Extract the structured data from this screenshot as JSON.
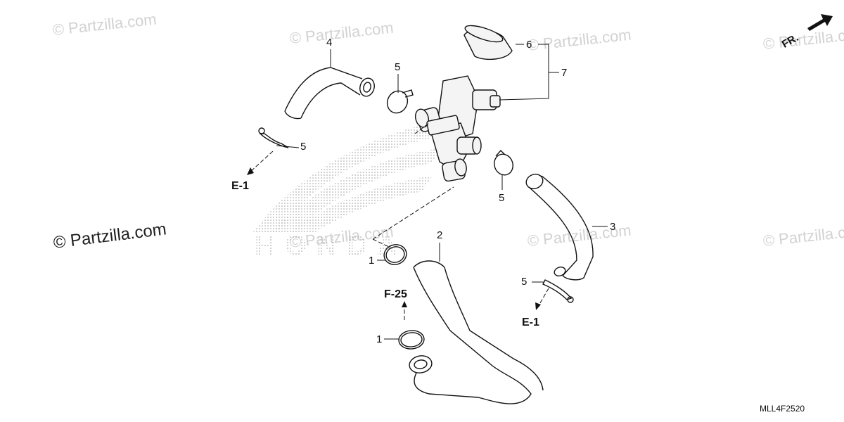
{
  "watermark": {
    "text": "© Partzilla.com",
    "prominent_text": "© Partzilla.com"
  },
  "logo": {
    "text": "HONDA"
  },
  "direction_marker": {
    "label": "FR."
  },
  "callouts": {
    "c1a": "1",
    "c1b": "1",
    "c2": "2",
    "c3": "3",
    "c4": "4",
    "c5a": "5",
    "c5b": "5",
    "c5c": "5",
    "c5d": "5",
    "c6": "6",
    "c7": "7"
  },
  "references": {
    "e1_left": "E-1",
    "e1_right": "E-1",
    "f25": "F-25"
  },
  "diagram_code": "MLL4F2520",
  "colors": {
    "line": "#111111",
    "watermark": "#d2d2d2",
    "logo_dots": "#9a9a9a"
  }
}
